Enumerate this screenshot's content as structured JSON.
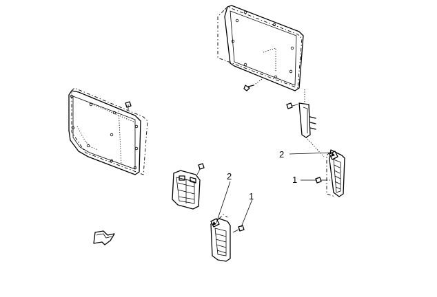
{
  "callouts": {
    "c1": "2",
    "c2": "1",
    "c3": "2",
    "c4": "1"
  }
}
